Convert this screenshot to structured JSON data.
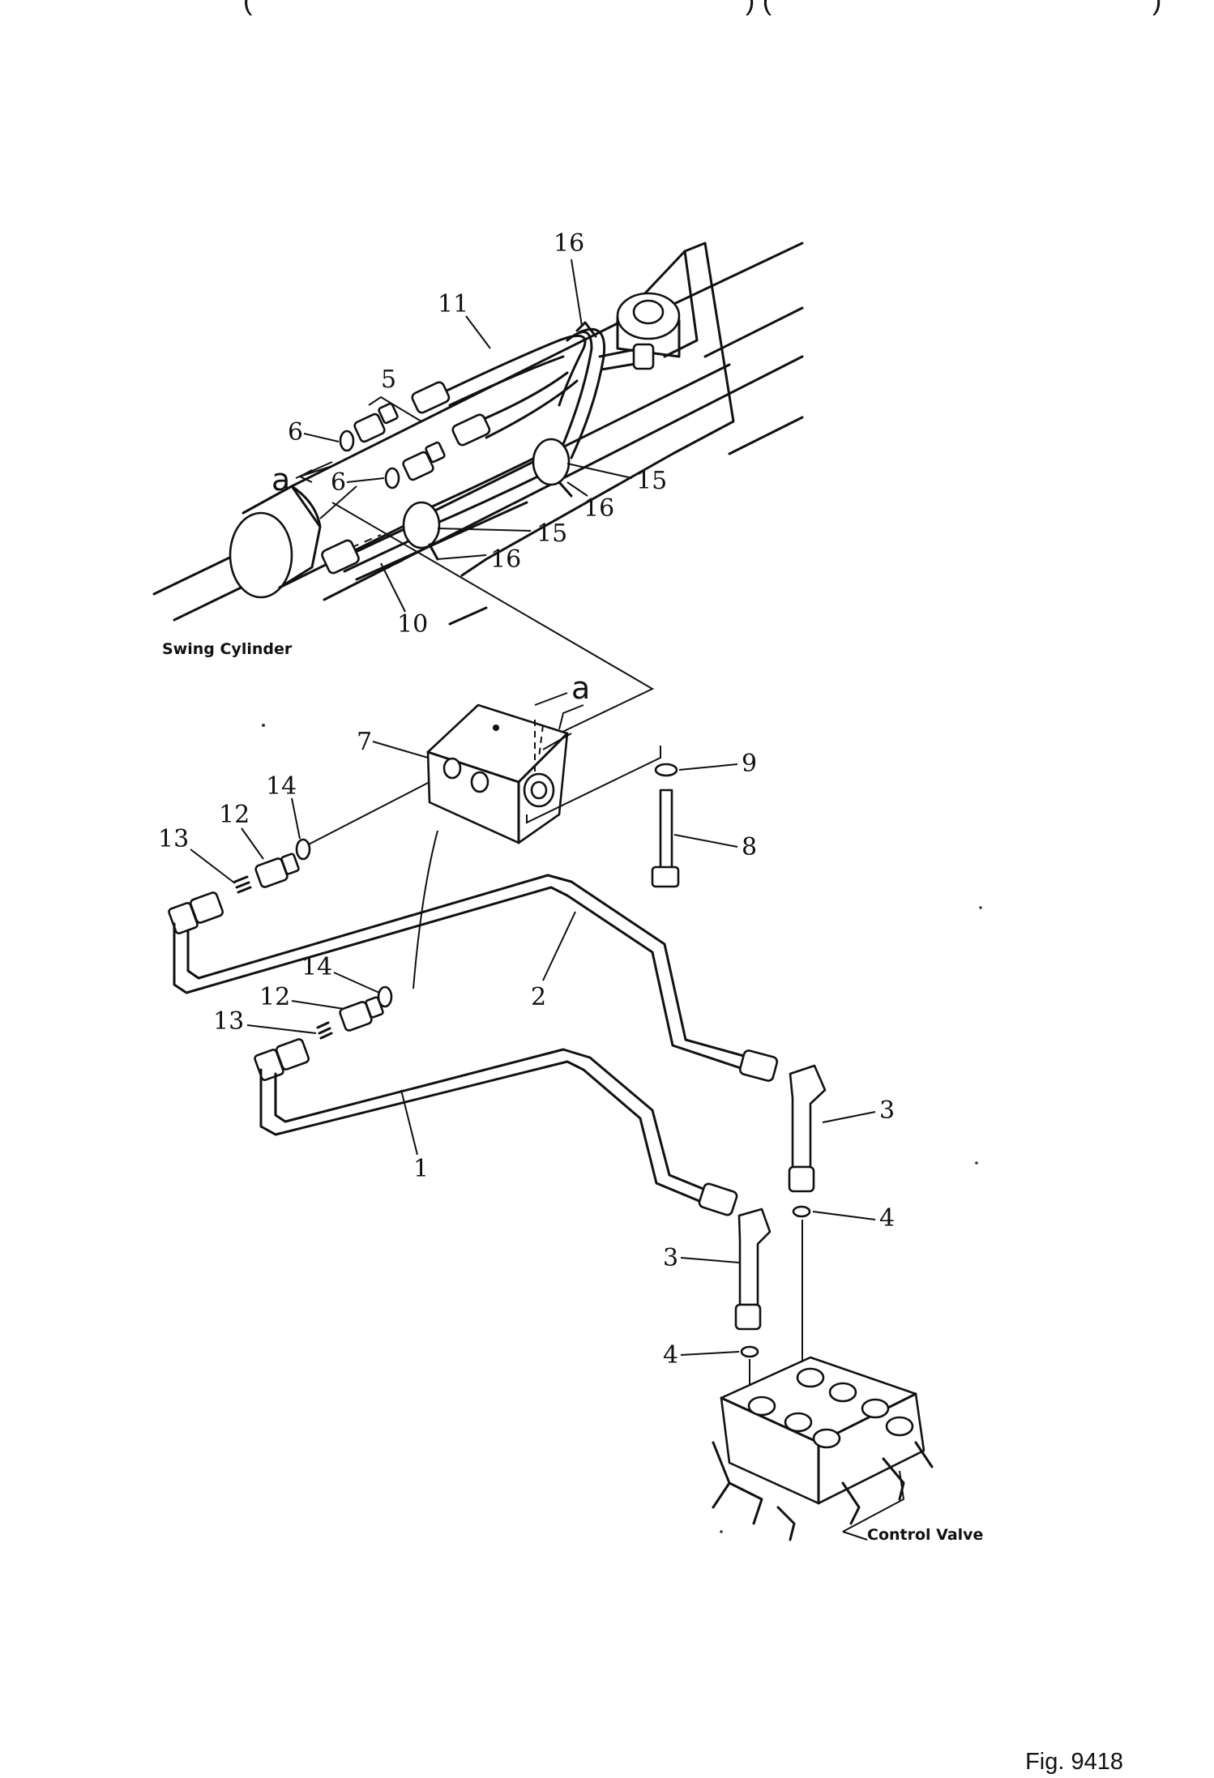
{
  "header": {
    "left_paren": "(",
    "mid_parens": ") (",
    "right_paren": ")"
  },
  "captions": {
    "swing_cylinder": "Swing Cylinder",
    "control_valve": "Control Valve"
  },
  "view_marker": "a",
  "figure_number": "Fig. 9418",
  "part_labels": {
    "p1": "1",
    "p2": "2",
    "p3": "3",
    "p4": "4",
    "p5": "5",
    "p6": "6",
    "p7": "7",
    "p8": "8",
    "p9": "9",
    "p10": "10",
    "p11": "11",
    "p12": "12",
    "p13": "13",
    "p14": "14",
    "p15": "15",
    "p16": "16"
  }
}
